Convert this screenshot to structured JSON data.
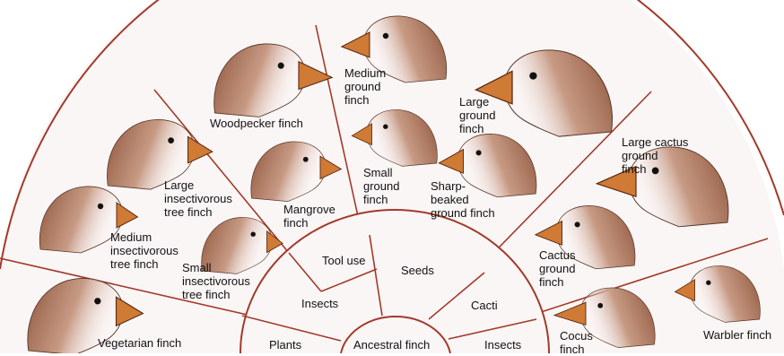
{
  "diagram": {
    "center": "Ancestral finch",
    "food_ring": {
      "plants": "Plants",
      "insects_left": "Insects",
      "tool_use": "Tool use",
      "seeds": "Seeds",
      "cacti": "Cacti",
      "insects_right": "Insects"
    },
    "finches": {
      "vegetarian": "Vegetarian finch",
      "medium_insectivorous": "Medium\ninsectivorous\ntree finch",
      "large_insectivorous": "Large\ninsectivorous\ntree finch",
      "small_insectivorous": "Small\ninsectivorous\ntree finch",
      "woodpecker": "Woodpecker finch",
      "mangrove": "Mangrove\nfinch",
      "medium_ground": "Medium\nground\nfinch",
      "large_ground": "Large\nground\nfinch",
      "small_ground": "Small\nground\nfinch",
      "sharp_beaked": "Sharp-\nbeaked\nground finch",
      "large_cactus": "Large cactus\nground\nfinch",
      "cactus_ground": "Cactus\nground\nfinch",
      "cocus": "Cocus\nfinch",
      "warbler": "Warbler finch"
    }
  },
  "colors": {
    "lines": "#a33a2a",
    "background": "#fbf6f6",
    "head": "#a0654a",
    "beak": "#cf7a35",
    "eye": "#111111"
  }
}
